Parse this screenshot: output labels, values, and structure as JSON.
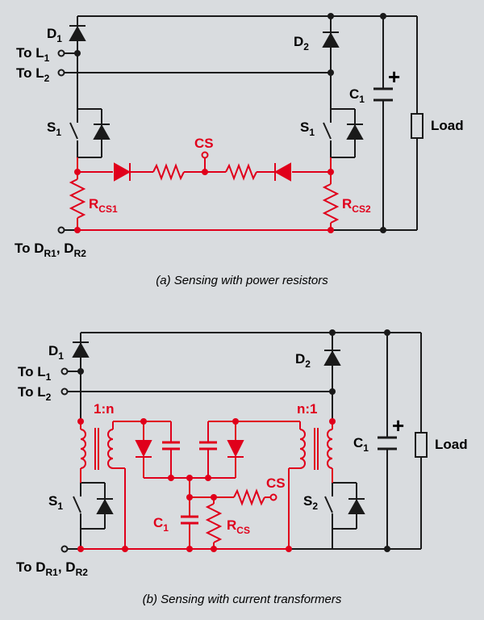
{
  "colors": {
    "background": "#d9dcdf",
    "black_wire": "#1a1a1a",
    "red_wire": "#e0001b"
  },
  "a": {
    "caption": "(a) Sensing with power resistors",
    "d1": "D",
    "d1_sub": "1",
    "d2": "D",
    "d2_sub": "2",
    "to_l1": "To L",
    "to_l1_sub": "1",
    "to_l2": "To L",
    "to_l2_sub": "2",
    "s_left": "S",
    "s_left_sub": "1",
    "s_right": "S",
    "s_right_sub": "1",
    "c1": "C",
    "c1_sub": "1",
    "plus": "+",
    "load": "Load",
    "cs": "CS",
    "rcs1": "R",
    "rcs1_sub": "CS1",
    "rcs2": "R",
    "rcs2_sub": "CS2",
    "to_dr": "To D",
    "to_dr_sub1": "R1",
    "to_dr_mid": ", D",
    "to_dr_sub2": "R2"
  },
  "b": {
    "caption": "(b) Sensing with current transformers",
    "d1": "D",
    "d1_sub": "1",
    "d2": "D",
    "d2_sub": "2",
    "to_l1": "To L",
    "to_l1_sub": "1",
    "to_l2": "To L",
    "to_l2_sub": "2",
    "ratio_left": "1:n",
    "ratio_right": "n:1",
    "c1": "C",
    "c1_sub": "1",
    "plus": "+",
    "load": "Load",
    "s_left": "S",
    "s_left_sub": "1",
    "s_right": "S",
    "s_right_sub": "2",
    "cs": "CS",
    "c1_inner": "C",
    "c1_inner_sub": "1",
    "rcs": "R",
    "rcs_sub": "CS",
    "to_dr": "To D",
    "to_dr_sub1": "R1",
    "to_dr_mid": ", D",
    "to_dr_sub2": "R2"
  }
}
